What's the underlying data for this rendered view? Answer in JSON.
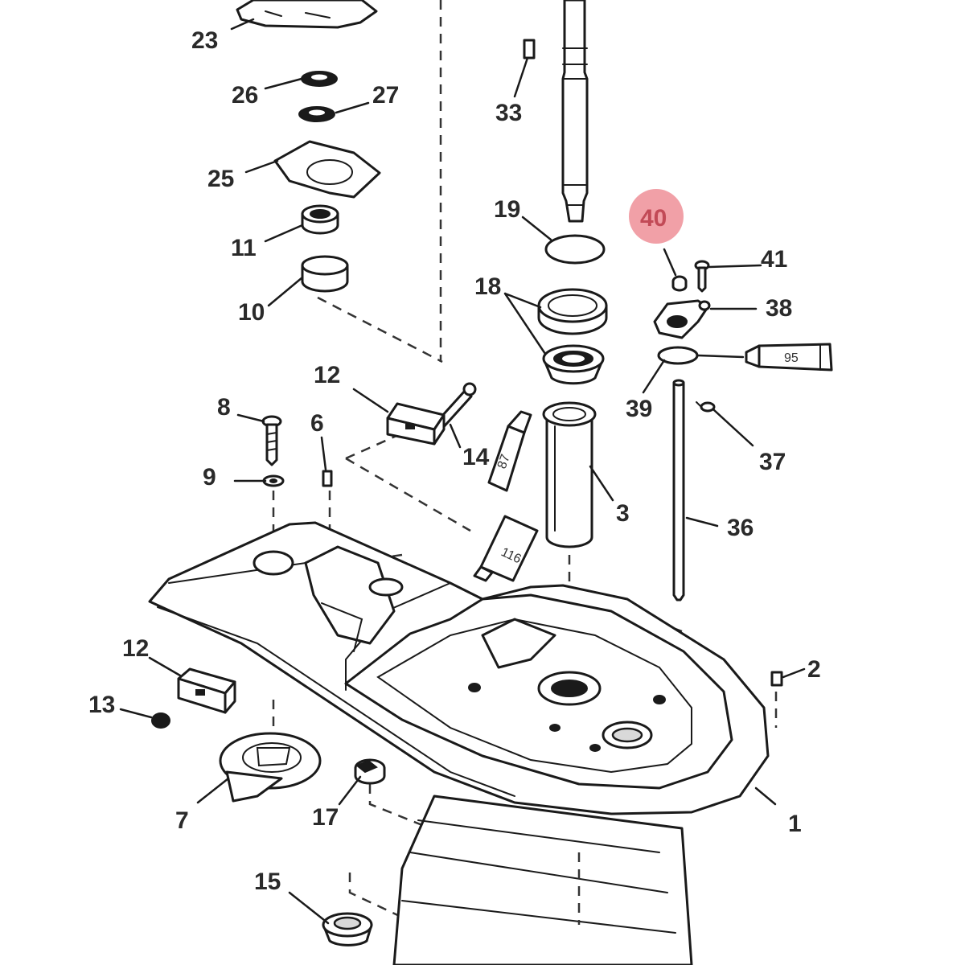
{
  "highlight": {
    "part": "40",
    "color": "#ef8f98"
  },
  "callouts": {
    "c1": "1",
    "c2": "2",
    "c3": "3",
    "c6": "6",
    "c7": "7",
    "c8": "8",
    "c9": "9",
    "c10": "10",
    "c11": "11",
    "c12a": "12",
    "c12b": "12",
    "c13": "13",
    "c14": "14",
    "c15": "15",
    "c17": "17",
    "c18": "18",
    "c19": "19",
    "c23": "23",
    "c25": "25",
    "c26": "26",
    "c27": "27",
    "c33": "33",
    "c36": "36",
    "c37": "37",
    "c38": "38",
    "c39": "39",
    "c40": "40",
    "c41": "41"
  },
  "tubes": {
    "t95": "95",
    "t87": "87",
    "t116": "116"
  }
}
